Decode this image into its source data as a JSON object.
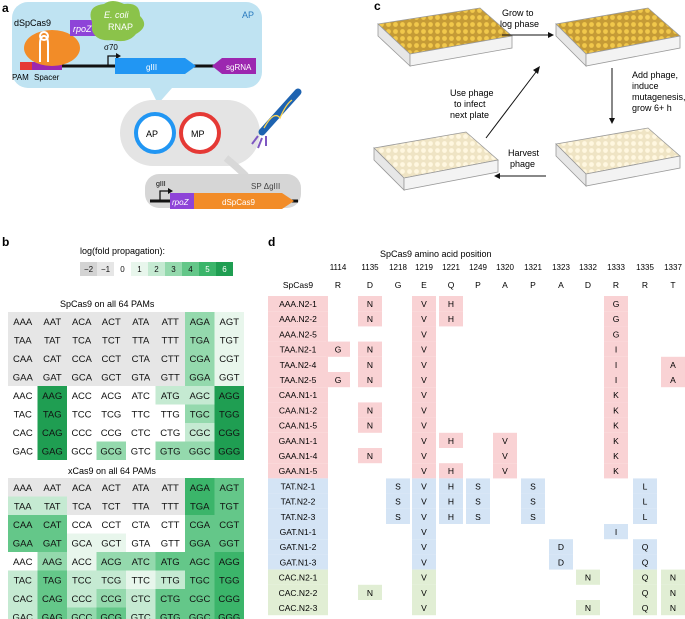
{
  "panels": {
    "a": "a",
    "b": "b",
    "c": "c",
    "d": "d"
  },
  "panel_a": {
    "ap_label": "AP",
    "dspcas9": "dSpCas9",
    "rpoz": "rpoZ",
    "ecoli": "E. coli",
    "rnap": "RNAP",
    "sigma": "σ70",
    "giii": "gIII",
    "sgrna": "sgRNA",
    "pam": "PAM",
    "spacer": "Spacer",
    "ap_circle": "AP",
    "mp_circle": "MP",
    "sp_giii": "gIII",
    "sp_rpoz": "rpoZ",
    "sp_dspcas9": "dSpCas9",
    "sp_label": "SP ΔgIII"
  },
  "panel_c": {
    "step1": [
      "Grow to",
      "log phase"
    ],
    "step2": [
      "Add phage,",
      "induce",
      "mutagenesis,",
      "grow 6+ h"
    ],
    "step3": [
      "Harvest",
      "phage"
    ],
    "step4": [
      "Use phage",
      "to infect",
      "next plate"
    ]
  },
  "panel_b": {
    "legend_title": "log(fold propagation):",
    "legend_values": [
      "−2",
      "−1",
      "0",
      "1",
      "2",
      "3",
      "4",
      "5",
      "6"
    ],
    "legend_colors": [
      "#d3d3d3",
      "#e6e6e6",
      "#ffffff",
      "#e8f6ec",
      "#c5ead2",
      "#94d9ad",
      "#64c789",
      "#3bb56a",
      "#1f9e52"
    ],
    "grid1_title": "SpCas9 on all 64 PAMs",
    "grid2_title": "xCas9 on all 64 PAMs",
    "grid1": [
      [
        "AAA",
        "AAT",
        "ACA",
        "ACT",
        "ATA",
        "ATT",
        "AGA",
        "AGT"
      ],
      [
        "TAA",
        "TAT",
        "TCA",
        "TCT",
        "TTA",
        "TTT",
        "TGA",
        "TGT"
      ],
      [
        "CAA",
        "CAT",
        "CCA",
        "CCT",
        "CTA",
        "CTT",
        "CGA",
        "CGT"
      ],
      [
        "GAA",
        "GAT",
        "GCA",
        "GCT",
        "GTA",
        "GTT",
        "GGA",
        "GGT"
      ],
      [
        "AAC",
        "AAG",
        "ACC",
        "ACG",
        "ATC",
        "ATG",
        "AGC",
        "AGG"
      ],
      [
        "TAC",
        "TAG",
        "TCC",
        "TCG",
        "TTC",
        "TTG",
        "TGC",
        "TGG"
      ],
      [
        "CAC",
        "CAG",
        "CCC",
        "CCG",
        "CTC",
        "CTG",
        "CGC",
        "CGG"
      ],
      [
        "GAC",
        "GAG",
        "GCC",
        "GCG",
        "GTC",
        "GTG",
        "GGC",
        "GGG"
      ]
    ],
    "grid1_levels": [
      [
        -1,
        -1,
        -1,
        -1,
        -1,
        -1,
        3,
        1
      ],
      [
        -1,
        -1,
        -1,
        -1,
        -1,
        -1,
        3,
        1
      ],
      [
        -1,
        -1,
        -1,
        -1,
        -1,
        -1,
        3,
        1
      ],
      [
        -1,
        -1,
        -1,
        -1,
        -1,
        -1,
        3,
        1
      ],
      [
        0,
        6,
        0,
        0,
        0,
        2,
        2,
        6
      ],
      [
        0,
        6,
        0,
        0,
        0,
        0,
        3,
        6
      ],
      [
        0,
        6,
        0,
        0,
        0,
        0,
        2,
        6
      ],
      [
        0,
        6,
        0,
        3,
        0,
        3,
        3,
        6
      ]
    ],
    "grid2": [
      [
        "AAA",
        "AAT",
        "ACA",
        "ACT",
        "ATA",
        "ATT",
        "AGA",
        "AGT"
      ],
      [
        "TAA",
        "TAT",
        "TCA",
        "TCT",
        "TTA",
        "TTT",
        "TGA",
        "TGT"
      ],
      [
        "CAA",
        "CAT",
        "CCA",
        "CCT",
        "CTA",
        "CTT",
        "CGA",
        "CGT"
      ],
      [
        "GAA",
        "GAT",
        "GCA",
        "GCT",
        "GTA",
        "GTT",
        "GGA",
        "GGT"
      ],
      [
        "AAC",
        "AAG",
        "ACC",
        "ACG",
        "ATC",
        "ATG",
        "AGC",
        "AGG"
      ],
      [
        "TAC",
        "TAG",
        "TCC",
        "TCG",
        "TTC",
        "TTG",
        "TGC",
        "TGG"
      ],
      [
        "CAC",
        "CAG",
        "CCC",
        "CCG",
        "CTC",
        "CTG",
        "CGC",
        "CGG"
      ],
      [
        "GAC",
        "GAG",
        "GCC",
        "GCG",
        "GTC",
        "GTG",
        "GGC",
        "GGG"
      ]
    ],
    "grid2_levels": [
      [
        -1,
        -1,
        -1,
        -1,
        -1,
        -1,
        5,
        4
      ],
      [
        2,
        2,
        -1,
        -1,
        -1,
        -1,
        5,
        4
      ],
      [
        4,
        4,
        0,
        0,
        0,
        0,
        4,
        4
      ],
      [
        4,
        4,
        1,
        1,
        0,
        0,
        4,
        4
      ],
      [
        0,
        3,
        1,
        3,
        3,
        4,
        4,
        5
      ],
      [
        2,
        4,
        2,
        2,
        1,
        2,
        4,
        5
      ],
      [
        2,
        4,
        2,
        3,
        2,
        4,
        4,
        5
      ],
      [
        2,
        4,
        3,
        4,
        2,
        4,
        4,
        5
      ]
    ]
  },
  "panel_d": {
    "title": "SpCas9 amino acid position",
    "positions": [
      "1114",
      "1135",
      "1218",
      "1219",
      "1221",
      "1249",
      "1320",
      "1321",
      "1323",
      "1332",
      "1333",
      "1335",
      "1337"
    ],
    "wt_label": "SpCas9",
    "wt": [
      "R",
      "D",
      "G",
      "E",
      "Q",
      "P",
      "A",
      "P",
      "A",
      "D",
      "R",
      "R",
      "T"
    ],
    "rows": [
      {
        "name": "AAA.N2-1",
        "group": "pink",
        "muts": [
          "",
          "N",
          "",
          "V",
          "H",
          "",
          "",
          "",
          "",
          "",
          "G",
          "",
          ""
        ]
      },
      {
        "name": "AAA.N2-2",
        "group": "pink",
        "muts": [
          "",
          "N",
          "",
          "V",
          "H",
          "",
          "",
          "",
          "",
          "",
          "G",
          "",
          ""
        ]
      },
      {
        "name": "AAA.N2-5",
        "group": "pink",
        "muts": [
          "",
          "",
          "",
          "V",
          "",
          "",
          "",
          "",
          "",
          "",
          "G",
          "",
          ""
        ]
      },
      {
        "name": "TAA.N2-1",
        "group": "pink",
        "muts": [
          "G",
          "N",
          "",
          "V",
          "",
          "",
          "",
          "",
          "",
          "",
          "I",
          "",
          ""
        ]
      },
      {
        "name": "TAA.N2-4",
        "group": "pink",
        "muts": [
          "",
          "N",
          "",
          "V",
          "",
          "",
          "",
          "",
          "",
          "",
          "I",
          "",
          "A"
        ]
      },
      {
        "name": "TAA.N2-5",
        "group": "pink",
        "muts": [
          "G",
          "N",
          "",
          "V",
          "",
          "",
          "",
          "",
          "",
          "",
          "I",
          "",
          "A"
        ]
      },
      {
        "name": "CAA.N1-1",
        "group": "pink",
        "muts": [
          "",
          "",
          "",
          "V",
          "",
          "",
          "",
          "",
          "",
          "",
          "K",
          "",
          ""
        ]
      },
      {
        "name": "CAA.N1-2",
        "group": "pink",
        "muts": [
          "",
          "N",
          "",
          "V",
          "",
          "",
          "",
          "",
          "",
          "",
          "K",
          "",
          ""
        ]
      },
      {
        "name": "CAA.N1-5",
        "group": "pink",
        "muts": [
          "",
          "N",
          "",
          "V",
          "",
          "",
          "",
          "",
          "",
          "",
          "K",
          "",
          ""
        ]
      },
      {
        "name": "GAA.N1-1",
        "group": "pink",
        "muts": [
          "",
          "",
          "",
          "V",
          "H",
          "",
          "V",
          "",
          "",
          "",
          "K",
          "",
          ""
        ]
      },
      {
        "name": "GAA.N1-4",
        "group": "pink",
        "muts": [
          "",
          "N",
          "",
          "V",
          "",
          "",
          "V",
          "",
          "",
          "",
          "K",
          "",
          ""
        ]
      },
      {
        "name": "GAA.N1-5",
        "group": "pink",
        "muts": [
          "",
          "",
          "",
          "V",
          "H",
          "",
          "V",
          "",
          "",
          "",
          "K",
          "",
          ""
        ]
      },
      {
        "name": "TAT.N2-1",
        "group": "blue",
        "muts": [
          "",
          "",
          "S",
          "V",
          "H",
          "S",
          "",
          "S",
          "",
          "",
          "",
          "L",
          ""
        ]
      },
      {
        "name": "TAT.N2-2",
        "group": "blue",
        "muts": [
          "",
          "",
          "S",
          "V",
          "H",
          "S",
          "",
          "S",
          "",
          "",
          "",
          "L",
          ""
        ]
      },
      {
        "name": "TAT.N2-3",
        "group": "blue",
        "muts": [
          "",
          "",
          "S",
          "V",
          "H",
          "S",
          "",
          "S",
          "",
          "",
          "",
          "L",
          ""
        ]
      },
      {
        "name": "GAT.N1-1",
        "group": "blue",
        "muts": [
          "",
          "",
          "",
          "V",
          "",
          "",
          "",
          "",
          "",
          "",
          "I",
          "",
          ""
        ]
      },
      {
        "name": "GAT.N1-2",
        "group": "blue",
        "muts": [
          "",
          "",
          "",
          "V",
          "",
          "",
          "",
          "",
          "D",
          "",
          "",
          "Q",
          ""
        ]
      },
      {
        "name": "GAT.N1-3",
        "group": "blue",
        "muts": [
          "",
          "",
          "",
          "V",
          "",
          "",
          "",
          "",
          "D",
          "",
          "",
          "Q",
          ""
        ]
      },
      {
        "name": "CAC.N2-1",
        "group": "green",
        "muts": [
          "",
          "",
          "",
          "V",
          "",
          "",
          "",
          "",
          "",
          "N",
          "",
          "Q",
          "N"
        ]
      },
      {
        "name": "CAC.N2-2",
        "group": "green",
        "muts": [
          "",
          "N",
          "",
          "V",
          "",
          "",
          "",
          "",
          "",
          "",
          "",
          "Q",
          "N"
        ]
      },
      {
        "name": "CAC.N2-3",
        "group": "green",
        "muts": [
          "",
          "",
          "",
          "V",
          "",
          "",
          "",
          "",
          "",
          "N",
          "",
          "Q",
          "N"
        ]
      }
    ],
    "group_colors": {
      "pink": "#f9d2d4",
      "blue": "#d4e4f5",
      "green": "#e1eed4"
    }
  }
}
